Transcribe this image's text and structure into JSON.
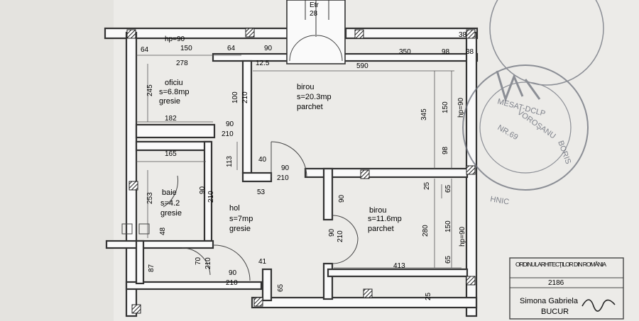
{
  "rooms": [
    {
      "key": "oficiu",
      "name": "oficiu",
      "area": "s=6.8mp",
      "floor": "gresie"
    },
    {
      "key": "birou-large",
      "name": "birou",
      "area": "s=20.3mp",
      "floor": "parchet"
    },
    {
      "key": "baie",
      "name": "baie",
      "area": "s=4.2",
      "floor": "gresie"
    },
    {
      "key": "hol",
      "name": "hol",
      "area": "s=7mp",
      "floor": "gresie"
    },
    {
      "key": "birou-small",
      "name": "birou",
      "area": "s=11.6mp",
      "floor": "parchet"
    }
  ],
  "dims": {
    "hp90_top": "hp=90",
    "d150a": "150",
    "d64a": "64",
    "d64b": "64",
    "d90a": "90",
    "d350": "350",
    "d98a": "98",
    "d38a": "38",
    "d38b": "38",
    "d278": "278",
    "d12_5": "12.5",
    "d590": "590",
    "d245": "245",
    "d100": "100",
    "d210a": "210",
    "d182": "182",
    "d345": "345",
    "d150b": "150",
    "hp90_right": "hp=90",
    "d90b": "90",
    "d210b": "210",
    "d98b": "98",
    "d165": "165",
    "d113": "113",
    "d40": "40",
    "d90c": "90",
    "d210c": "210",
    "d53": "53",
    "d253": "253",
    "d90d": "90",
    "d210d": "210",
    "d90e": "90",
    "d25a": "25",
    "d65a": "65",
    "d48": "48",
    "d90f": "90",
    "d210e": "210",
    "d280": "280",
    "d150c": "150",
    "hp90_right2": "hp=90",
    "d87": "87",
    "d70": "70",
    "d210f": "210",
    "d41": "41",
    "d413": "413",
    "d65b": "65",
    "d90g": "90",
    "d210g": "210",
    "d65c": "65",
    "d25b": "25",
    "top_a": "28",
    "top_b": "Etr"
  },
  "stamp_seal": {
    "text1": "VOROŞANU",
    "text2": "BORIS",
    "text3": "MESAT-DCLP",
    "text4": "NR.69",
    "text5": "HNIC"
  },
  "stamp_box": {
    "org": "ORDINUL ARHITECŢILOR DIN ROMÂNIA",
    "number": "2186",
    "name1": "Simona Gabriela",
    "name2": "BUCUR"
  },
  "colors": {
    "paper": "#ecebe8",
    "ink": "#2a2a2a",
    "stamp": "#6b6f7a"
  }
}
